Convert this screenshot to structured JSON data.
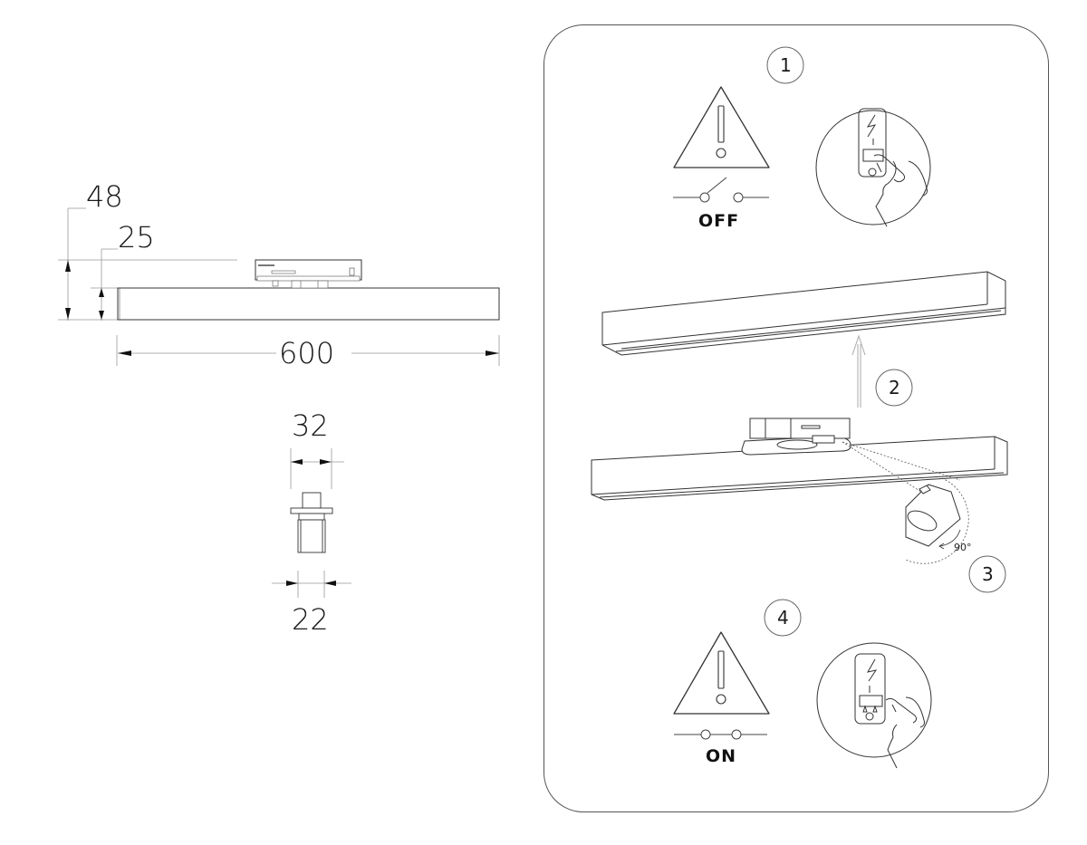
{
  "drawing": {
    "side_view": {
      "dimensions": {
        "total_height": "48",
        "body_height": "25",
        "length": "600"
      }
    },
    "end_view": {
      "dimensions": {
        "adapter_width": "32",
        "body_width": "22"
      }
    }
  },
  "instructions": {
    "steps": [
      {
        "number": "1",
        "state_label": "OFF",
        "icons": [
          "warning-triangle-icon",
          "open-switch-icon",
          "wall-switch-off-icon"
        ]
      },
      {
        "number": "2",
        "icons": [
          "up-arrow-icon"
        ]
      },
      {
        "number": "3",
        "rotation_label": "90°",
        "icons": [
          "rotation-arrow-icon"
        ]
      },
      {
        "number": "4",
        "state_label": "ON",
        "icons": [
          "warning-triangle-icon",
          "closed-switch-icon",
          "wall-switch-on-icon"
        ]
      }
    ]
  },
  "colors": {
    "line": "#2a2a2a",
    "dim_line": "#8a8a8a",
    "panel_border": "#555555",
    "background": "#ffffff"
  }
}
